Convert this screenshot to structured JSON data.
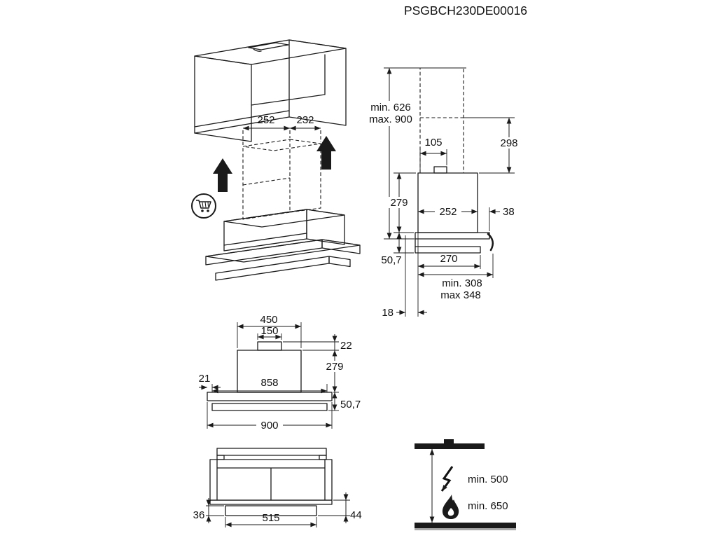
{
  "title": "PSGBCH230DE00016",
  "colors": {
    "line": "#1a1a1a",
    "background": "#ffffff"
  },
  "iso": {
    "dim_width": "252",
    "dim_depth": "232"
  },
  "side": {
    "height_min": "min. 626",
    "height_max": "max. 900",
    "duct_offset": "105",
    "chimney_height": "298",
    "body_height": "279",
    "body_depth": "252",
    "front_overhang": "38",
    "plate_height": "50,7",
    "plate_depth": "270",
    "depth_min": "min. 308",
    "depth_max": "max 348",
    "rear_gap": "18"
  },
  "front": {
    "housing_width": "450",
    "duct_width": "150",
    "collar_height": "22",
    "body_height": "279",
    "edge_gap": "21",
    "inner_width": "858",
    "plate_height": "50,7",
    "total_width": "900"
  },
  "bottom": {
    "front_height": "36",
    "panel_width": "515",
    "total_height": "44"
  },
  "clearance": {
    "electric_min": "min. 500",
    "gas_min": "min. 650"
  }
}
